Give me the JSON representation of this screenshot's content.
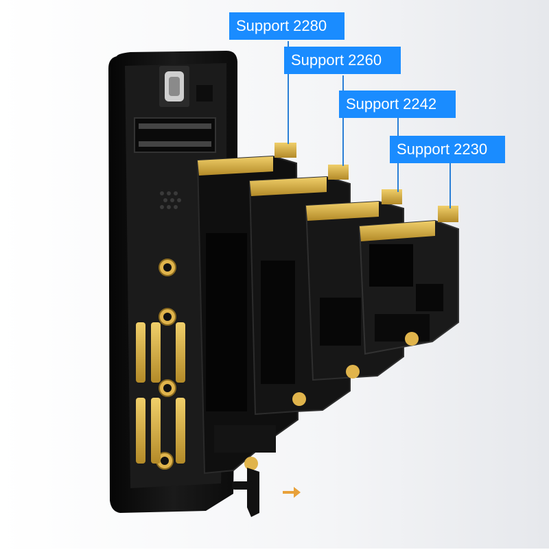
{
  "labels": [
    {
      "id": "2280",
      "text": "Support 2280"
    },
    {
      "id": "2260",
      "text": "Support 2260"
    },
    {
      "id": "2242",
      "text": "Support 2242"
    },
    {
      "id": "2230",
      "text": "Support 2230"
    }
  ],
  "colors": {
    "label_bg": "#1a8cff",
    "leader_line": "#2a7fd6",
    "background": "#f2f3f5",
    "enclosure": "#121212",
    "pcb": "#1c1c1c",
    "gold": "#d9b34a"
  }
}
